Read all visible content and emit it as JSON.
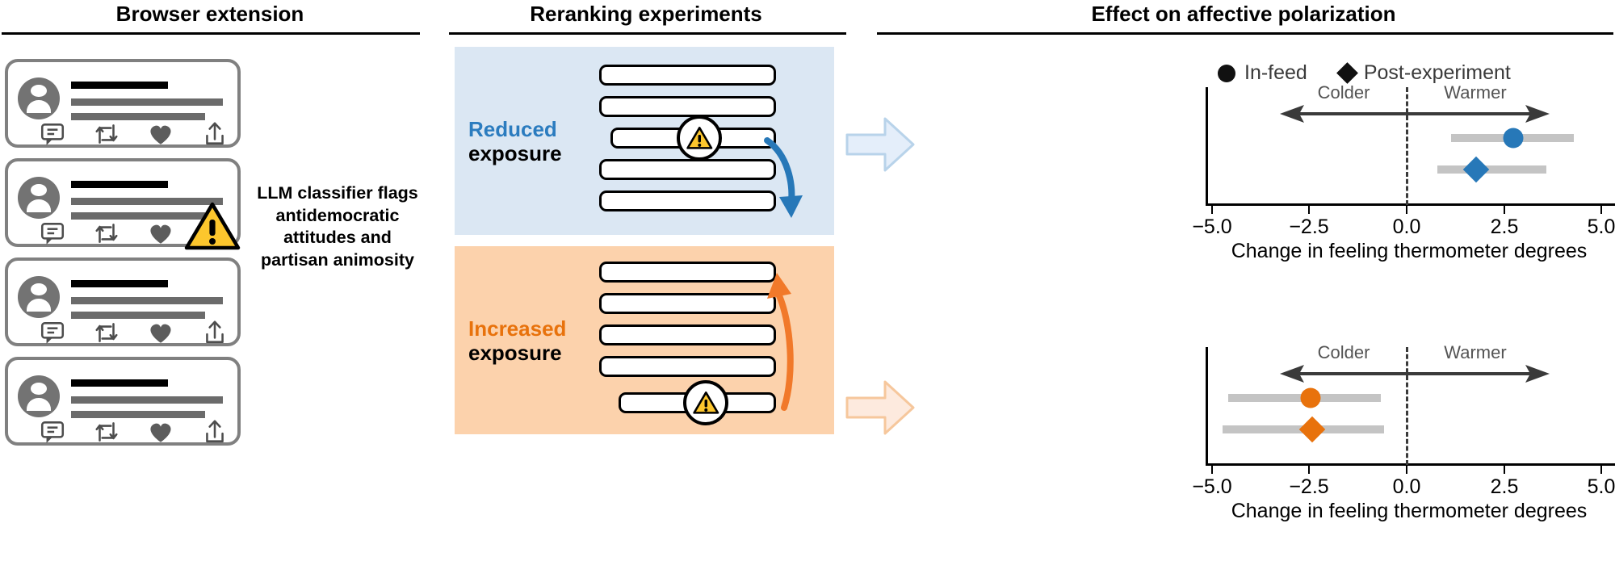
{
  "panels": {
    "left": {
      "title": "Browser extension"
    },
    "middle": {
      "title": "Reranking experiments"
    },
    "right": {
      "title": "Effect on affective polarization"
    }
  },
  "browser_extension": {
    "annotation": "LLM classifier flags antidemocratic attitudes and partisan animosity",
    "flagged_card_index": 2,
    "warning_icon": "warning-triangle-icon",
    "cards": [
      {
        "actions": [
          "comment-icon",
          "repost-icon",
          "like-icon",
          "share-icon"
        ],
        "flagged": false
      },
      {
        "actions": [
          "comment-icon",
          "repost-icon",
          "like-icon",
          "share-icon"
        ],
        "flagged": true
      },
      {
        "actions": [
          "comment-icon",
          "repost-icon",
          "like-icon",
          "share-icon"
        ],
        "flagged": false
      },
      {
        "actions": [
          "comment-icon",
          "repost-icon",
          "like-icon",
          "share-icon"
        ],
        "flagged": false
      }
    ]
  },
  "reranking": {
    "reduced": {
      "accent_label": "Reduced",
      "sub_label": "exposure",
      "accent_color": "#2b7cbf",
      "panel_color": "#dbe7f3",
      "flagged_position": 3,
      "moves_to": "bottom",
      "arrow_color": "#2778b8"
    },
    "increased": {
      "accent_label": "Increased",
      "sub_label": "exposure",
      "accent_color": "#e8720c",
      "panel_color": "#fcd2ac",
      "flagged_position": 5,
      "moves_to": "top",
      "arrow_color": "#f1792a"
    },
    "feed_item_count": 5,
    "warning_icon": "warning-triangle-icon"
  },
  "chart_data": [
    {
      "type": "scatter",
      "id": "reduced-exposure-plot",
      "title": "",
      "xlabel": "Change in feeling thermometer degrees",
      "ylabel": "",
      "xlim": [
        -6.0,
        5.8
      ],
      "ticks": [
        -5.0,
        -2.5,
        0.0,
        2.5,
        5.0
      ],
      "tick_labels": [
        "−5.0",
        "−2.5",
        "0.0",
        "2.5",
        "5.0"
      ],
      "grid": false,
      "zero_reference": 0.0,
      "direction_labels": {
        "left": "Colder",
        "right": "Warmer"
      },
      "marker_color": "#2778b8",
      "ci_color": "#c4c4c4",
      "points": [
        {
          "name": "In-feed",
          "marker": "circle",
          "value": 3.2,
          "ci_low": 1.35,
          "ci_high": 5.15
        },
        {
          "name": "Post-experiment",
          "marker": "diamond",
          "value": 2.1,
          "ci_low": 0.95,
          "ci_high": 4.15
        }
      ]
    },
    {
      "type": "scatter",
      "id": "increased-exposure-plot",
      "title": "",
      "xlabel": "Change in feeling thermometer degrees",
      "ylabel": "",
      "xlim": [
        -6.0,
        5.8
      ],
      "ticks": [
        -5.0,
        -2.5,
        0.0,
        2.5,
        5.0
      ],
      "tick_labels": [
        "−5.0",
        "−2.5",
        "0.0",
        "2.5",
        "5.0"
      ],
      "grid": false,
      "zero_reference": 0.0,
      "direction_labels": {
        "left": "Colder",
        "right": "Warmer"
      },
      "marker_color": "#e8720c",
      "ci_color": "#c4c4c4",
      "points": [
        {
          "name": "In-feed",
          "marker": "circle",
          "value": -2.45,
          "ci_low": -4.55,
          "ci_high": -0.65
        },
        {
          "name": "Post-experiment",
          "marker": "diamond",
          "value": -2.4,
          "ci_low": -4.7,
          "ci_high": -0.55
        }
      ]
    }
  ],
  "legend": {
    "position": "top",
    "items": [
      {
        "marker": "circle",
        "label": "In-feed"
      },
      {
        "marker": "diamond",
        "label": "Post-experiment"
      }
    ]
  }
}
